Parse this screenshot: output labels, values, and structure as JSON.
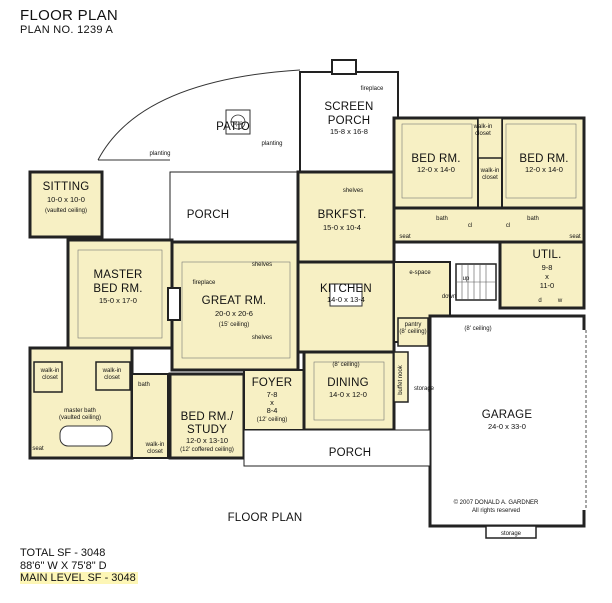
{
  "header": {
    "title": "FLOOR PLAN",
    "plan_no": "PLAN NO. 1239 A"
  },
  "footer": {
    "total_sf": "TOTAL SF - 3048",
    "dimensions": "88'6\" W X 75'8\" D",
    "main_level_sf": "MAIN LEVEL SF - 3048"
  },
  "plan_caption": "FLOOR PLAN",
  "copyright": {
    "line1": "© 2007 DONALD A. GARDNER",
    "line2": "All rights reserved"
  },
  "colors": {
    "room_fill": "#f7f0c4",
    "wall": "#1a1a1a",
    "exterior": "#ffffff"
  },
  "rooms": {
    "screen_porch": {
      "name1": "SCREEN",
      "name2": "PORCH",
      "dims": "15-8 x 16-8"
    },
    "patio": {
      "name": "PATIO"
    },
    "sitting": {
      "name": "SITTING",
      "dims": "10-0 x 10-0",
      "note": "(vaulted ceiling)"
    },
    "porch_rear": {
      "name": "PORCH"
    },
    "brkfst": {
      "name": "BRKFST.",
      "dims": "15-0 x 10-4"
    },
    "bed2": {
      "name": "BED RM.",
      "dims": "12-0 x 14-0"
    },
    "bed3": {
      "name": "BED RM.",
      "dims": "12-0 x 14-0"
    },
    "master": {
      "name1": "MASTER",
      "name2": "BED RM.",
      "dims": "15-0 x 17-0"
    },
    "great": {
      "name": "GREAT RM.",
      "dims": "20-0 x 20-6",
      "note": "(15' ceiling)"
    },
    "kitchen": {
      "name": "KITCHEN",
      "dims": "14-0 x 13-4"
    },
    "util": {
      "name": "UTIL.",
      "dims1": "9-8",
      "dims2": "x",
      "dims3": "11-0"
    },
    "foyer": {
      "name": "FOYER",
      "dims1": "7-8",
      "dims2": "x",
      "dims3": "8-4",
      "note": "(12' ceiling)"
    },
    "dining": {
      "name": "DINING",
      "dims": "14-0 x 12-0",
      "note": "(8' ceiling)"
    },
    "bed_study": {
      "name1": "BED RM./",
      "name2": "STUDY",
      "dims": "12-0 x 13-10",
      "note": "(12' coffered ceiling)"
    },
    "garage": {
      "name": "GARAGE",
      "dims": "24-0 x 33-0"
    },
    "porch_front": {
      "name": "PORCH"
    }
  },
  "labels": {
    "fireplace_top": "fireplace",
    "fireplace_great": "fireplace",
    "spa": "spa",
    "planting1": "planting",
    "planting2": "planting",
    "shelves1": "shelves",
    "shelves2": "shelves",
    "shelves3": "shelves",
    "walkin1": "walk-in",
    "closet1": "closet",
    "walkin2": "walk-in",
    "closet2": "closet",
    "walkin3": "walk-in",
    "closet3": "closet",
    "walkin4": "walk-in",
    "closet4": "closet",
    "walkin5": "walk-in",
    "closet5": "closet",
    "bath1": "bath",
    "bath2": "bath",
    "bath3": "bath",
    "seat1": "seat",
    "seat2": "seat",
    "cl1": "cl",
    "cl2": "cl",
    "espace": "e-space",
    "up": "up",
    "down": "down",
    "ceiling8": "(8' ceiling)",
    "pantry": "pantry",
    "pantry_note": "(8' ceiling)",
    "storage1": "storage",
    "storage2": "storage",
    "buffet": "buffet nook",
    "master_bath": "master bath",
    "master_bath_note": "(vaulted ceiling)",
    "seat3": "seat",
    "d": "d",
    "w": "w"
  }
}
